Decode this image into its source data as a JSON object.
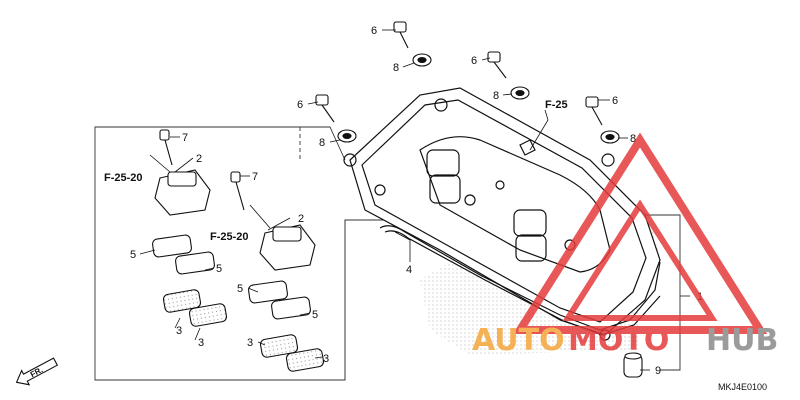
{
  "diagram": {
    "code": "MKJ4E0100",
    "direction_label": "FR.",
    "references": {
      "f25": "F-25",
      "f2520_left": "F-25-20",
      "f2520_right": "F-25-20"
    },
    "callouts": {
      "c1": "1",
      "c2a": "2",
      "c2b": "2",
      "c3a": "3",
      "c3b": "3",
      "c3c": "3",
      "c3d": "3",
      "c4": "4",
      "c5a": "5",
      "c5b": "5",
      "c5c": "5",
      "c5d": "5",
      "c6a": "6",
      "c6b": "6",
      "c6c": "6",
      "c6d": "6",
      "c7a": "7",
      "c7b": "7",
      "c8a": "8",
      "c8b": "8",
      "c8c": "8",
      "c8d": "8",
      "c9": "9"
    }
  },
  "watermark": {
    "part1": "AUTO",
    "part2": "MOTO",
    "part3": "HUB",
    "colors": {
      "orange": "#f4a53a",
      "red": "#e53b3b",
      "gray": "#8a8a8a"
    }
  }
}
